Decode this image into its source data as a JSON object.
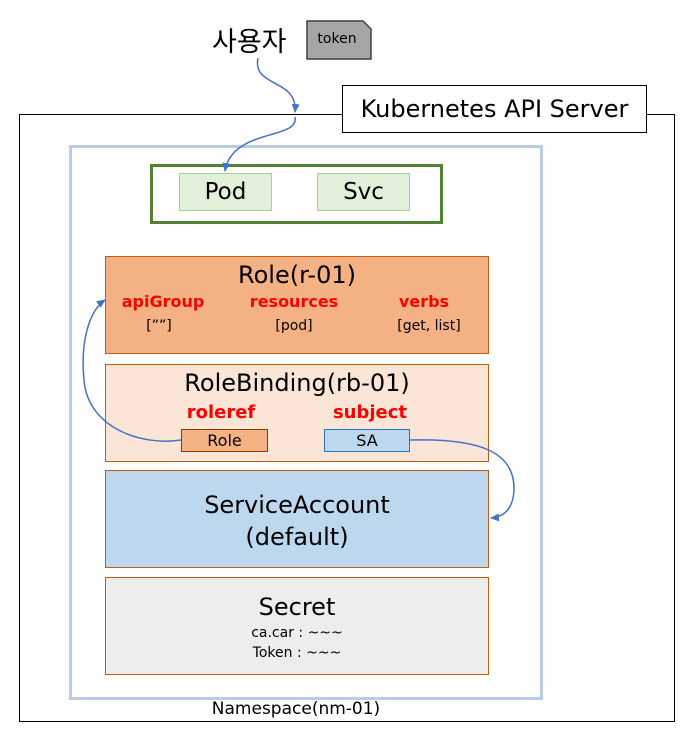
{
  "user": {
    "label": "사용자",
    "token_label": "token"
  },
  "api_server": {
    "label": "Kubernetes API Server"
  },
  "namespace": {
    "label": "Namespace(nm-01)"
  },
  "workloads": {
    "pod_label": "Pod",
    "svc_label": "Svc"
  },
  "role": {
    "title": "Role(r-01)",
    "columns": [
      {
        "header": "apiGroup",
        "value": "[””]"
      },
      {
        "header": "resources",
        "value": "[pod]"
      },
      {
        "header": "verbs",
        "value": "[get, list]"
      }
    ]
  },
  "rolebinding": {
    "title": "RoleBinding(rb-01)",
    "roleref_label": "roleref",
    "subject_label": "subject",
    "roleref_value": "Role",
    "subject_value": "SA"
  },
  "service_account": {
    "title_line1": "ServiceAccount",
    "title_line2": "(default)"
  },
  "secret": {
    "title": "Secret",
    "line1": "ca.car : ~~~",
    "line2": "Token : ~~~"
  },
  "colors": {
    "role_fill": "#f4b183",
    "rolebinding_fill": "#fbe5d6",
    "service_account_fill": "#bdd7ee",
    "secret_fill": "#ededed",
    "workload_border": "#548235",
    "workload_fill": "#e2f0d9",
    "namespace_border": "#b8cce4",
    "highlight_text": "#ff0000",
    "arrow": "#4472c4"
  }
}
